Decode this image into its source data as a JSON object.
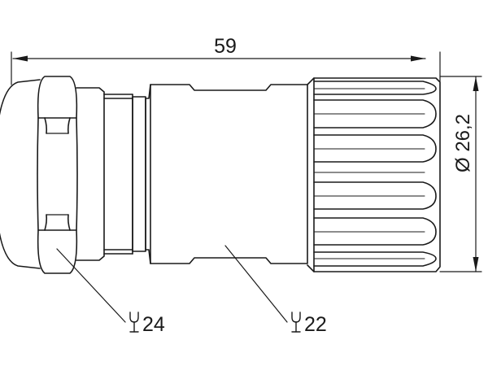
{
  "drawing": {
    "dimension_length": "59",
    "dimension_diameter": "Ø 26,2",
    "callouts": [
      {
        "id": "nut",
        "value": "24",
        "icon": "wrench-icon"
      },
      {
        "id": "body",
        "value": "22",
        "icon": "wrench-icon"
      }
    ],
    "colors": {
      "stroke": "#1a1a1a",
      "background": "#ffffff"
    }
  }
}
